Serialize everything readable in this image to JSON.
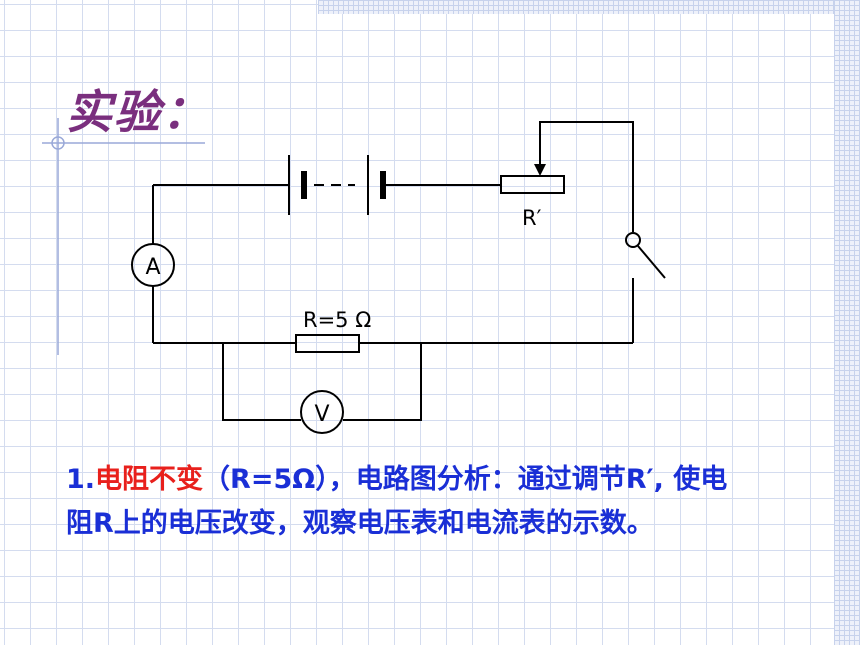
{
  "title": "实验：",
  "circuit": {
    "ammeter_label": "A",
    "voltmeter_label": "V",
    "resistor_label": "R=5 Ω",
    "rheostat_label": "R′"
  },
  "description": {
    "number": "1.",
    "highlight": "电阻不变",
    "text_after_highlight": "（R=5Ω），电路图分析：通过调节R′, 使电阻R上的电压改变，观察电压表和电流表的示数。"
  },
  "colors": {
    "title": "#7a2f7e",
    "text": "#1a2fd6",
    "highlight": "#e8201c",
    "grid": "#d4dcef"
  }
}
